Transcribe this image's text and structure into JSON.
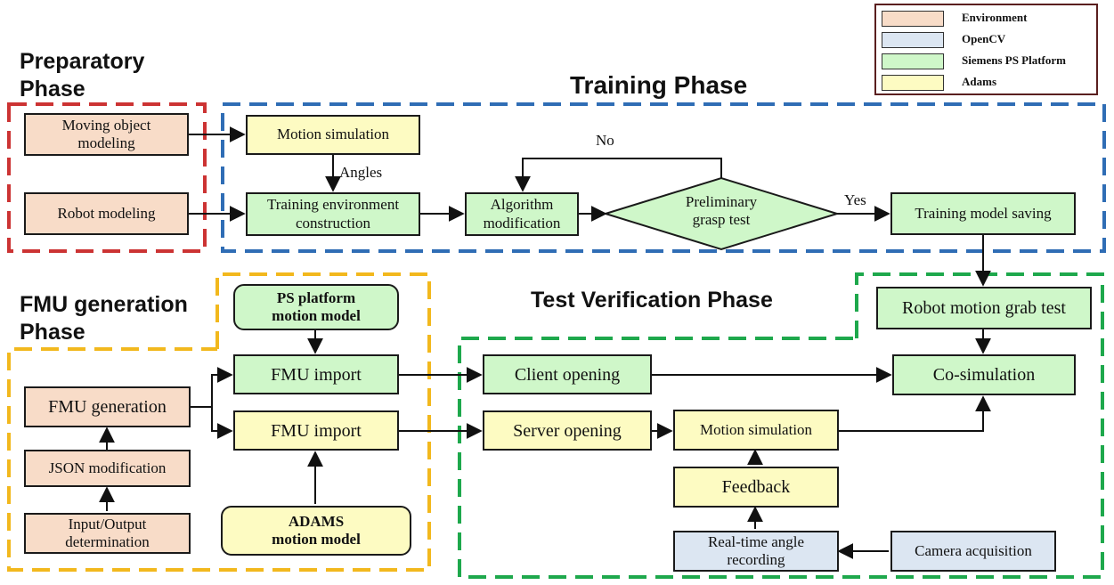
{
  "legend": [
    {
      "label": "Environment",
      "color": "#f8dcc8"
    },
    {
      "label": "OpenCV",
      "color": "#dce6f2"
    },
    {
      "label": "Siemens PS Platform",
      "color": "#cff7c9"
    },
    {
      "label": "Adams",
      "color": "#fdfbc2"
    }
  ],
  "phases": {
    "preparatory": "Preparatory\nPhase",
    "training": "Training Phase",
    "fmu": "FMU generation\nPhase",
    "test": "Test Verification Phase"
  },
  "region_colors": {
    "preparatory": "#cc3333",
    "training": "#2f6db5",
    "fmu": "#f2b81d",
    "test": "#1ea84c"
  },
  "nodes": {
    "moving_object_modeling": "Moving object\nmodeling",
    "robot_modeling": "Robot modeling",
    "motion_simulation_top": "Motion simulation",
    "training_env": "Training environment\nconstruction",
    "algorithm_mod": "Algorithm\nmodification",
    "preliminary_grasp": "Preliminary\ngrasp test",
    "training_saving": "Training model saving",
    "robot_grab_test": "Robot motion grab test",
    "ps_motion_model": "PS platform\nmotion model",
    "fmu_import_1": "FMU import",
    "fmu_import_2": "FMU import",
    "adams_motion_model": "ADAMS\nmotion model",
    "fmu_generation": "FMU generation",
    "json_mod": "JSON modification",
    "io_determination": "Input/Output\ndetermination",
    "client_opening": "Client opening",
    "server_opening": "Server opening",
    "motion_simulation_bottom": "Motion simulation",
    "co_simulation": "Co-simulation",
    "feedback": "Feedback",
    "realtime_angle": "Real-time angle\nrecording",
    "camera_acquisition": "Camera acquisition"
  },
  "edge_labels": {
    "angles": "Angles",
    "no": "No",
    "yes": "Yes"
  }
}
